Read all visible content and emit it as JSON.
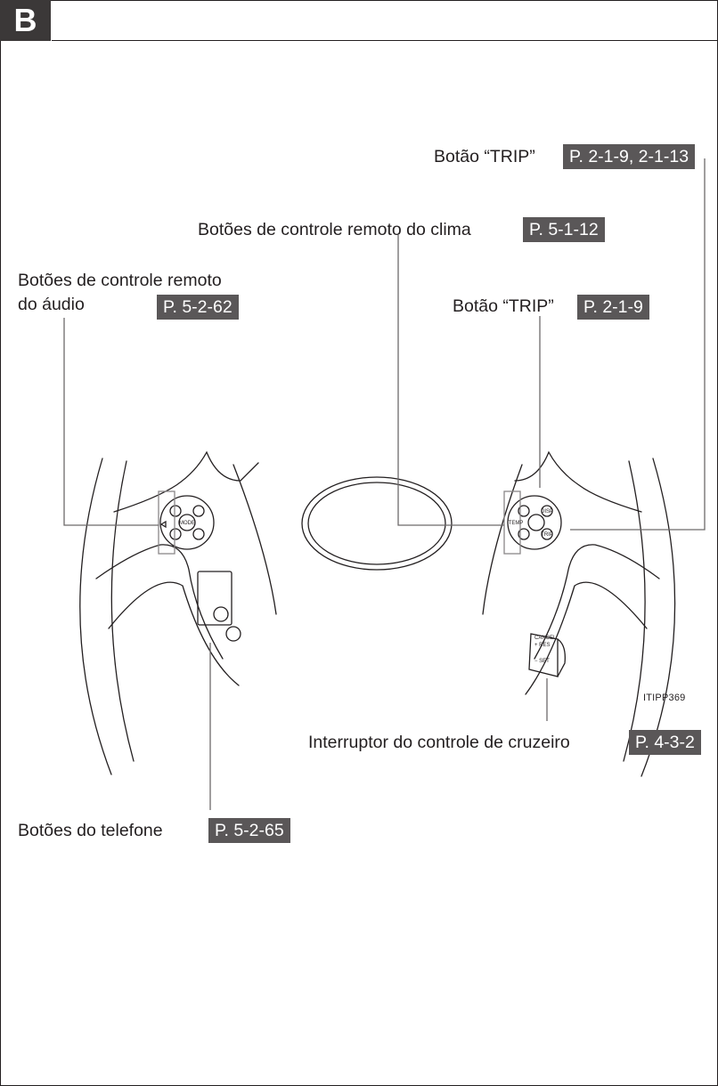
{
  "section": {
    "letter": "B"
  },
  "callouts": {
    "trip_button_top": {
      "label": "Botão “TRIP”",
      "ref": "P. 2-1-9, 2-1-13"
    },
    "climate_remote": {
      "label": "Botões de controle remoto do clima",
      "ref": "P. 5-1-12"
    },
    "audio_remote": {
      "label_line1": "Botões de controle remoto",
      "label_line2": "do áudio",
      "ref": "P. 5-2-62"
    },
    "trip_button": {
      "label": "Botão “TRIP”",
      "ref": "P. 2-1-9"
    },
    "cruise_control": {
      "label": "Interruptor do controle de cruzeiro",
      "ref": "P. 4-3-2"
    },
    "phone_buttons": {
      "label": "Botões do telefone",
      "ref": "P. 5-2-65"
    }
  },
  "figure": {
    "id": "ITIPP369"
  },
  "switch_labels": {
    "left_pad_center": "MODE",
    "right_pad_left": "TEMP",
    "right_pad_top_right": "DISP",
    "right_pad_bottom_right": "TRIP",
    "cruise_top": "CANCEL",
    "cruise_res": "+ RES",
    "cruise_set": "− SET"
  }
}
